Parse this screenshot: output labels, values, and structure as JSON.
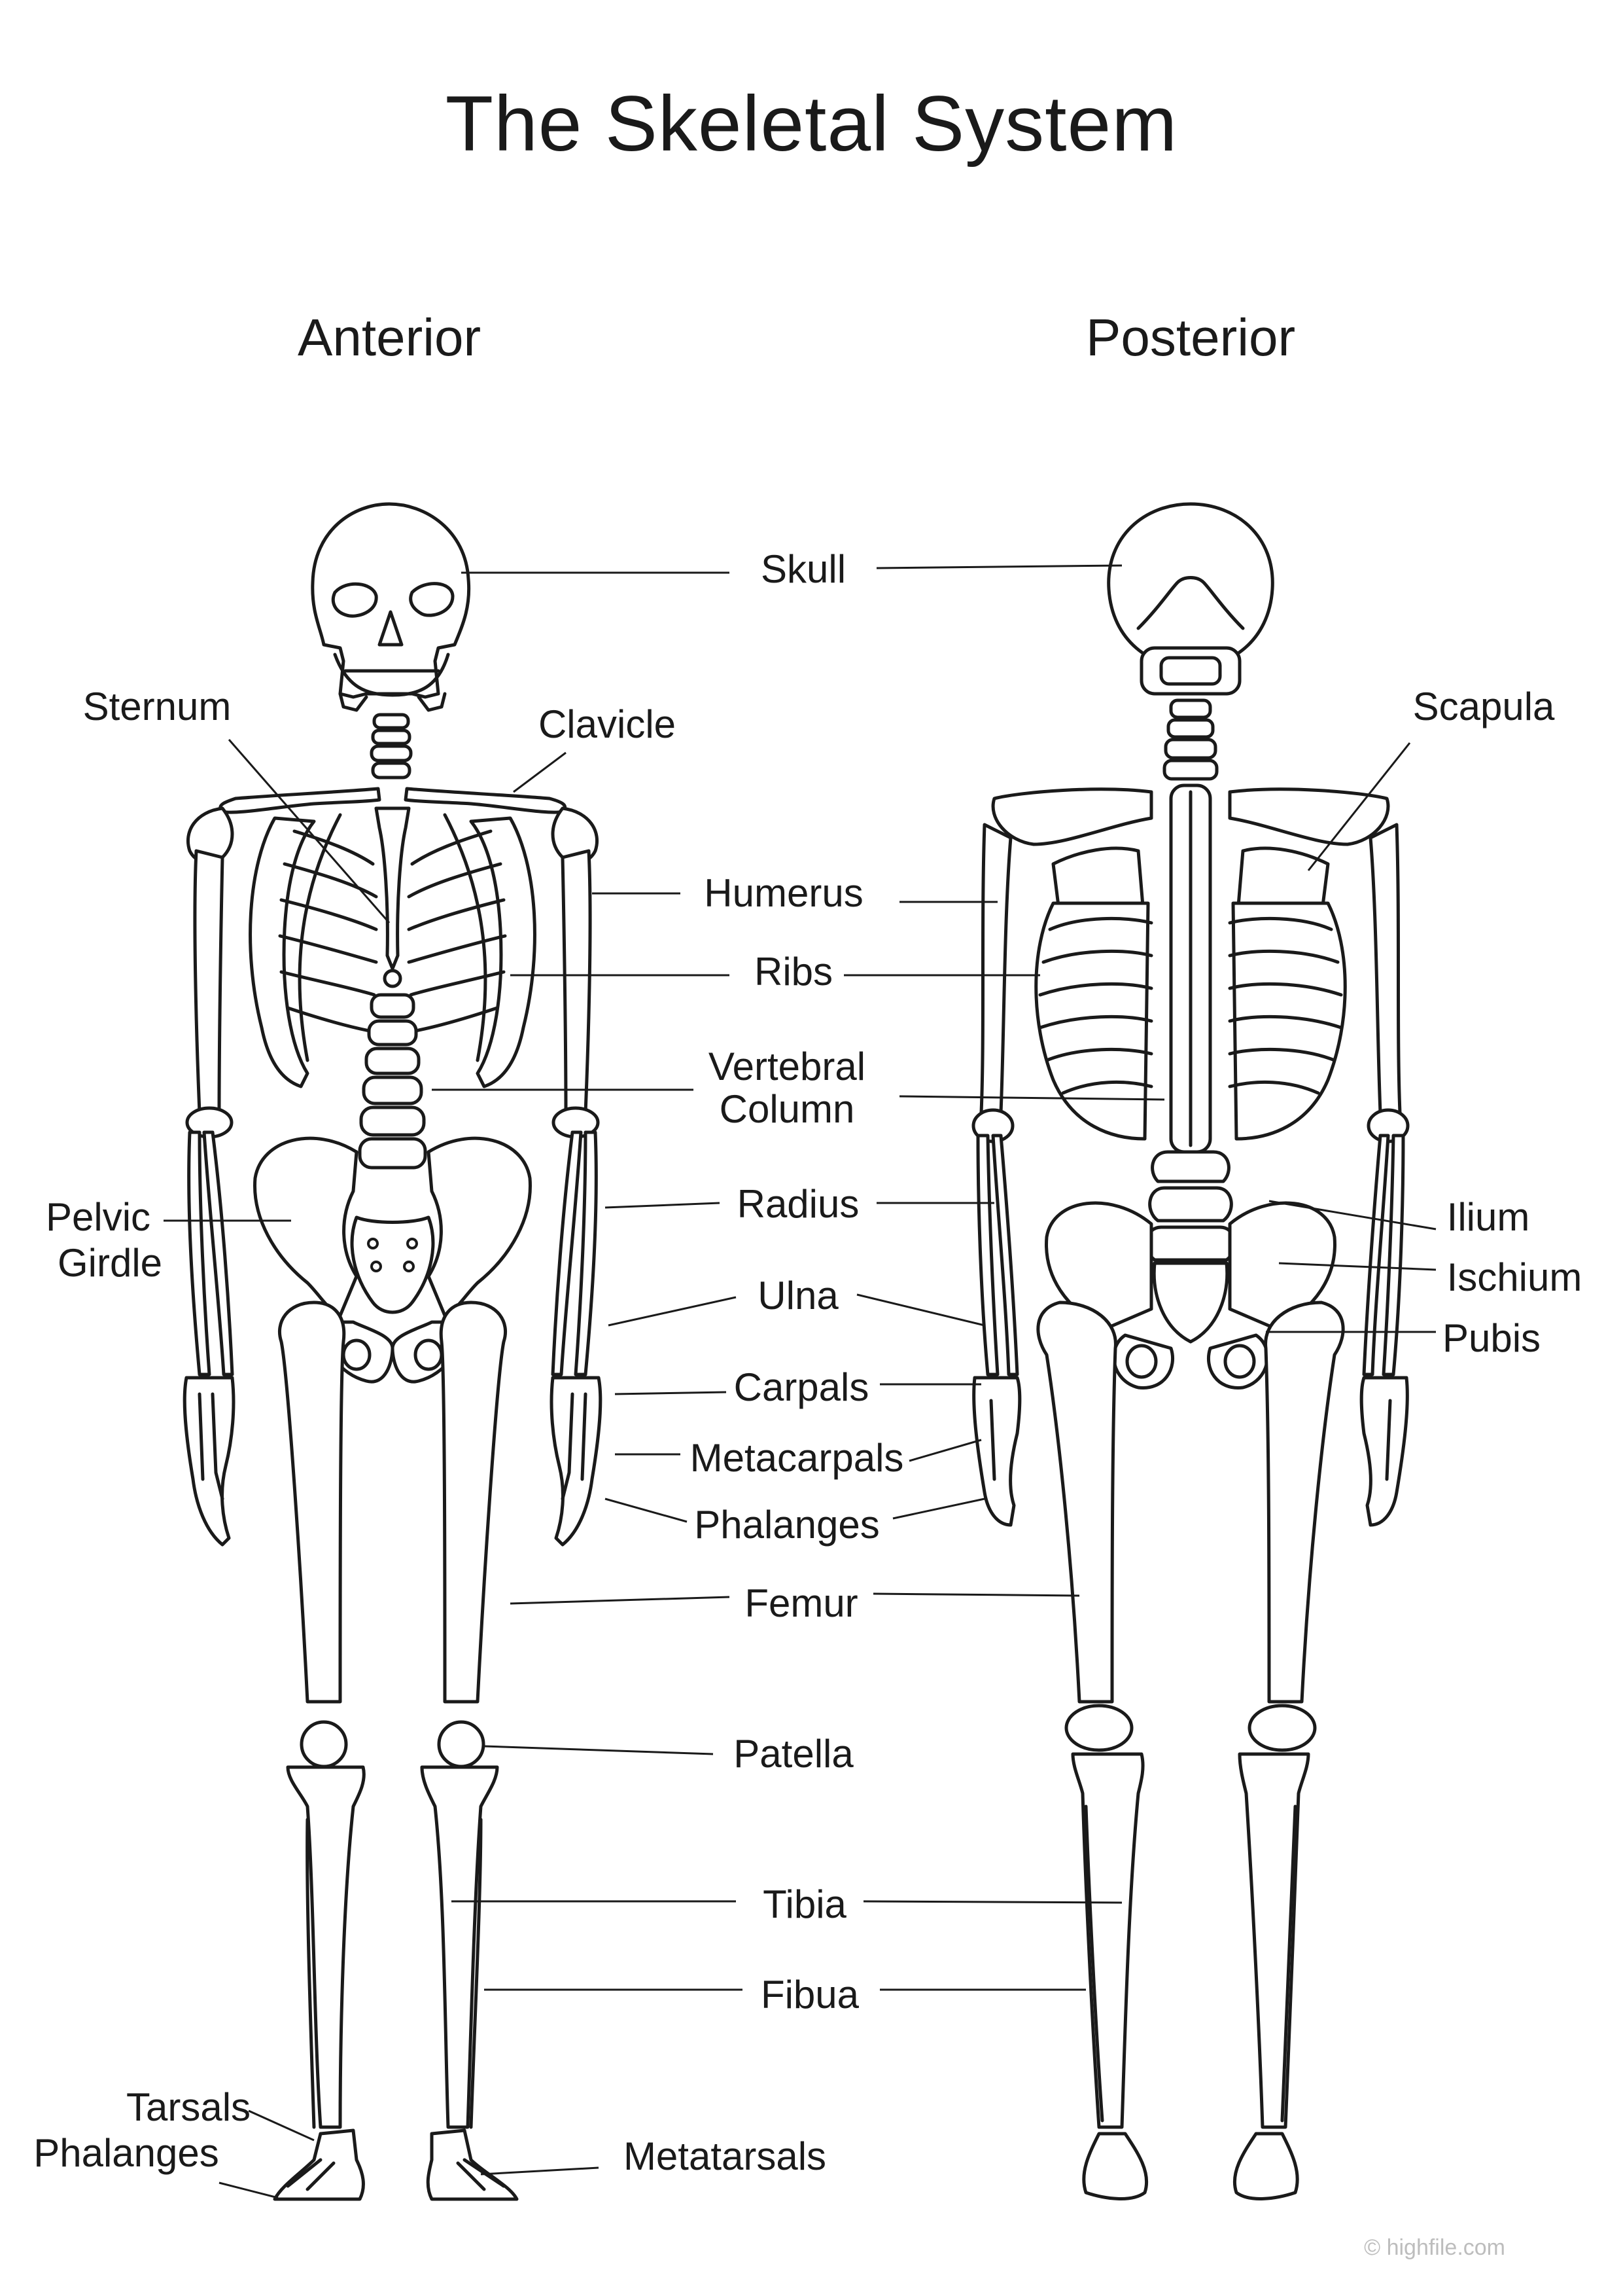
{
  "title": "The Skeletal System",
  "views": {
    "anterior": "Anterior",
    "posterior": "Posterior"
  },
  "labels": {
    "skull": "Skull",
    "sternum": "Sternum",
    "clavicle": "Clavicle",
    "scapula": "Scapula",
    "humerus": "Humerus",
    "ribs": "Ribs",
    "vertebral_1": "Vertebral",
    "vertebral_2": "Column",
    "pelvic_1": "Pelvic",
    "pelvic_2": "Girdle",
    "radius": "Radius",
    "ilium": "Ilium",
    "ischium": "Ischium",
    "ulna": "Ulna",
    "pubis": "Pubis",
    "carpals": "Carpals",
    "metacarpals": "Metacarpals",
    "phalanges_hand": "Phalanges",
    "femur": "Femur",
    "patella": "Patella",
    "tibia": "Tibia",
    "fibula": "Fibua",
    "tarsals": "Tarsals",
    "phalanges_foot": "Phalanges",
    "metatarsals": "Metatarsals"
  },
  "credit": "© highfile.com",
  "colors": {
    "ink": "#1a1a1a",
    "background": "#ffffff",
    "credit": "#bdbdbd"
  }
}
